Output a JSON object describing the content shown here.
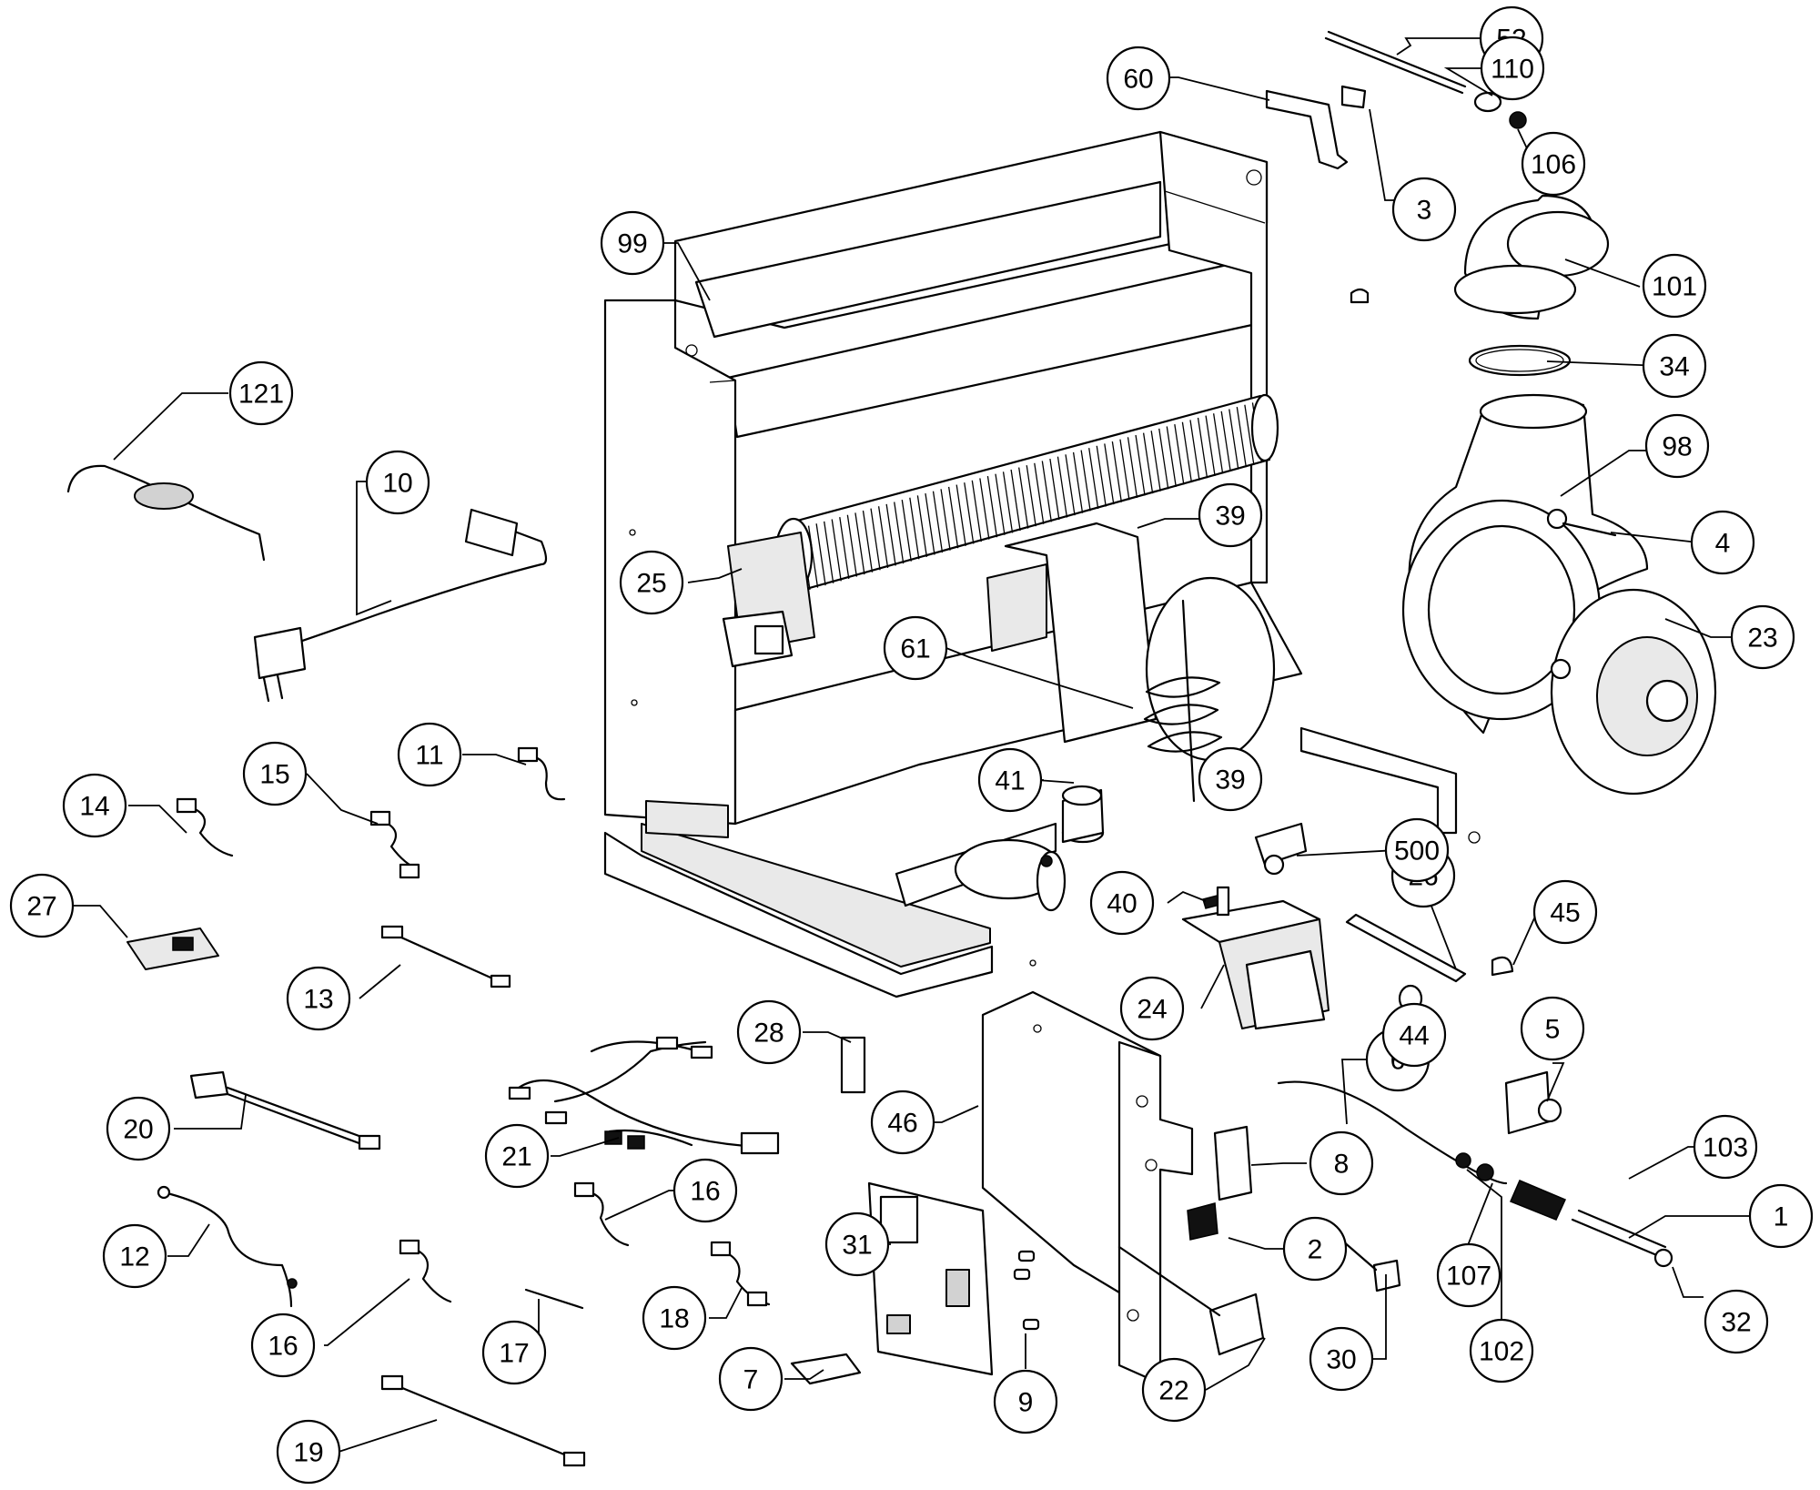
{
  "parts": [
    {
      "number": "1"
    },
    {
      "number": "2"
    },
    {
      "number": "3"
    },
    {
      "number": "4"
    },
    {
      "number": "5"
    },
    {
      "number": "6"
    },
    {
      "number": "7"
    },
    {
      "number": "8"
    },
    {
      "number": "9"
    },
    {
      "number": "10"
    },
    {
      "number": "11"
    },
    {
      "number": "12"
    },
    {
      "number": "13"
    },
    {
      "number": "14"
    },
    {
      "number": "15"
    },
    {
      "number": "16"
    },
    {
      "number": "16"
    },
    {
      "number": "17"
    },
    {
      "number": "18"
    },
    {
      "number": "19"
    },
    {
      "number": "20"
    },
    {
      "number": "21"
    },
    {
      "number": "22"
    },
    {
      "number": "23"
    },
    {
      "number": "24"
    },
    {
      "number": "25"
    },
    {
      "number": "26"
    },
    {
      "number": "27"
    },
    {
      "number": "28"
    },
    {
      "number": "30"
    },
    {
      "number": "31"
    },
    {
      "number": "32"
    },
    {
      "number": "34"
    },
    {
      "number": "39"
    },
    {
      "number": "39"
    },
    {
      "number": "40"
    },
    {
      "number": "41"
    },
    {
      "number": "44"
    },
    {
      "number": "45"
    },
    {
      "number": "46"
    },
    {
      "number": "52"
    },
    {
      "number": "60"
    },
    {
      "number": "61"
    },
    {
      "number": "98"
    },
    {
      "number": "99"
    },
    {
      "number": "101"
    },
    {
      "number": "102"
    },
    {
      "number": "103"
    },
    {
      "number": "106"
    },
    {
      "number": "107"
    },
    {
      "number": "110"
    },
    {
      "number": "121"
    },
    {
      "number": "500"
    }
  ],
  "colors": {
    "line": "#000000",
    "background": "#ffffff",
    "shade": "#e9e9e9"
  }
}
